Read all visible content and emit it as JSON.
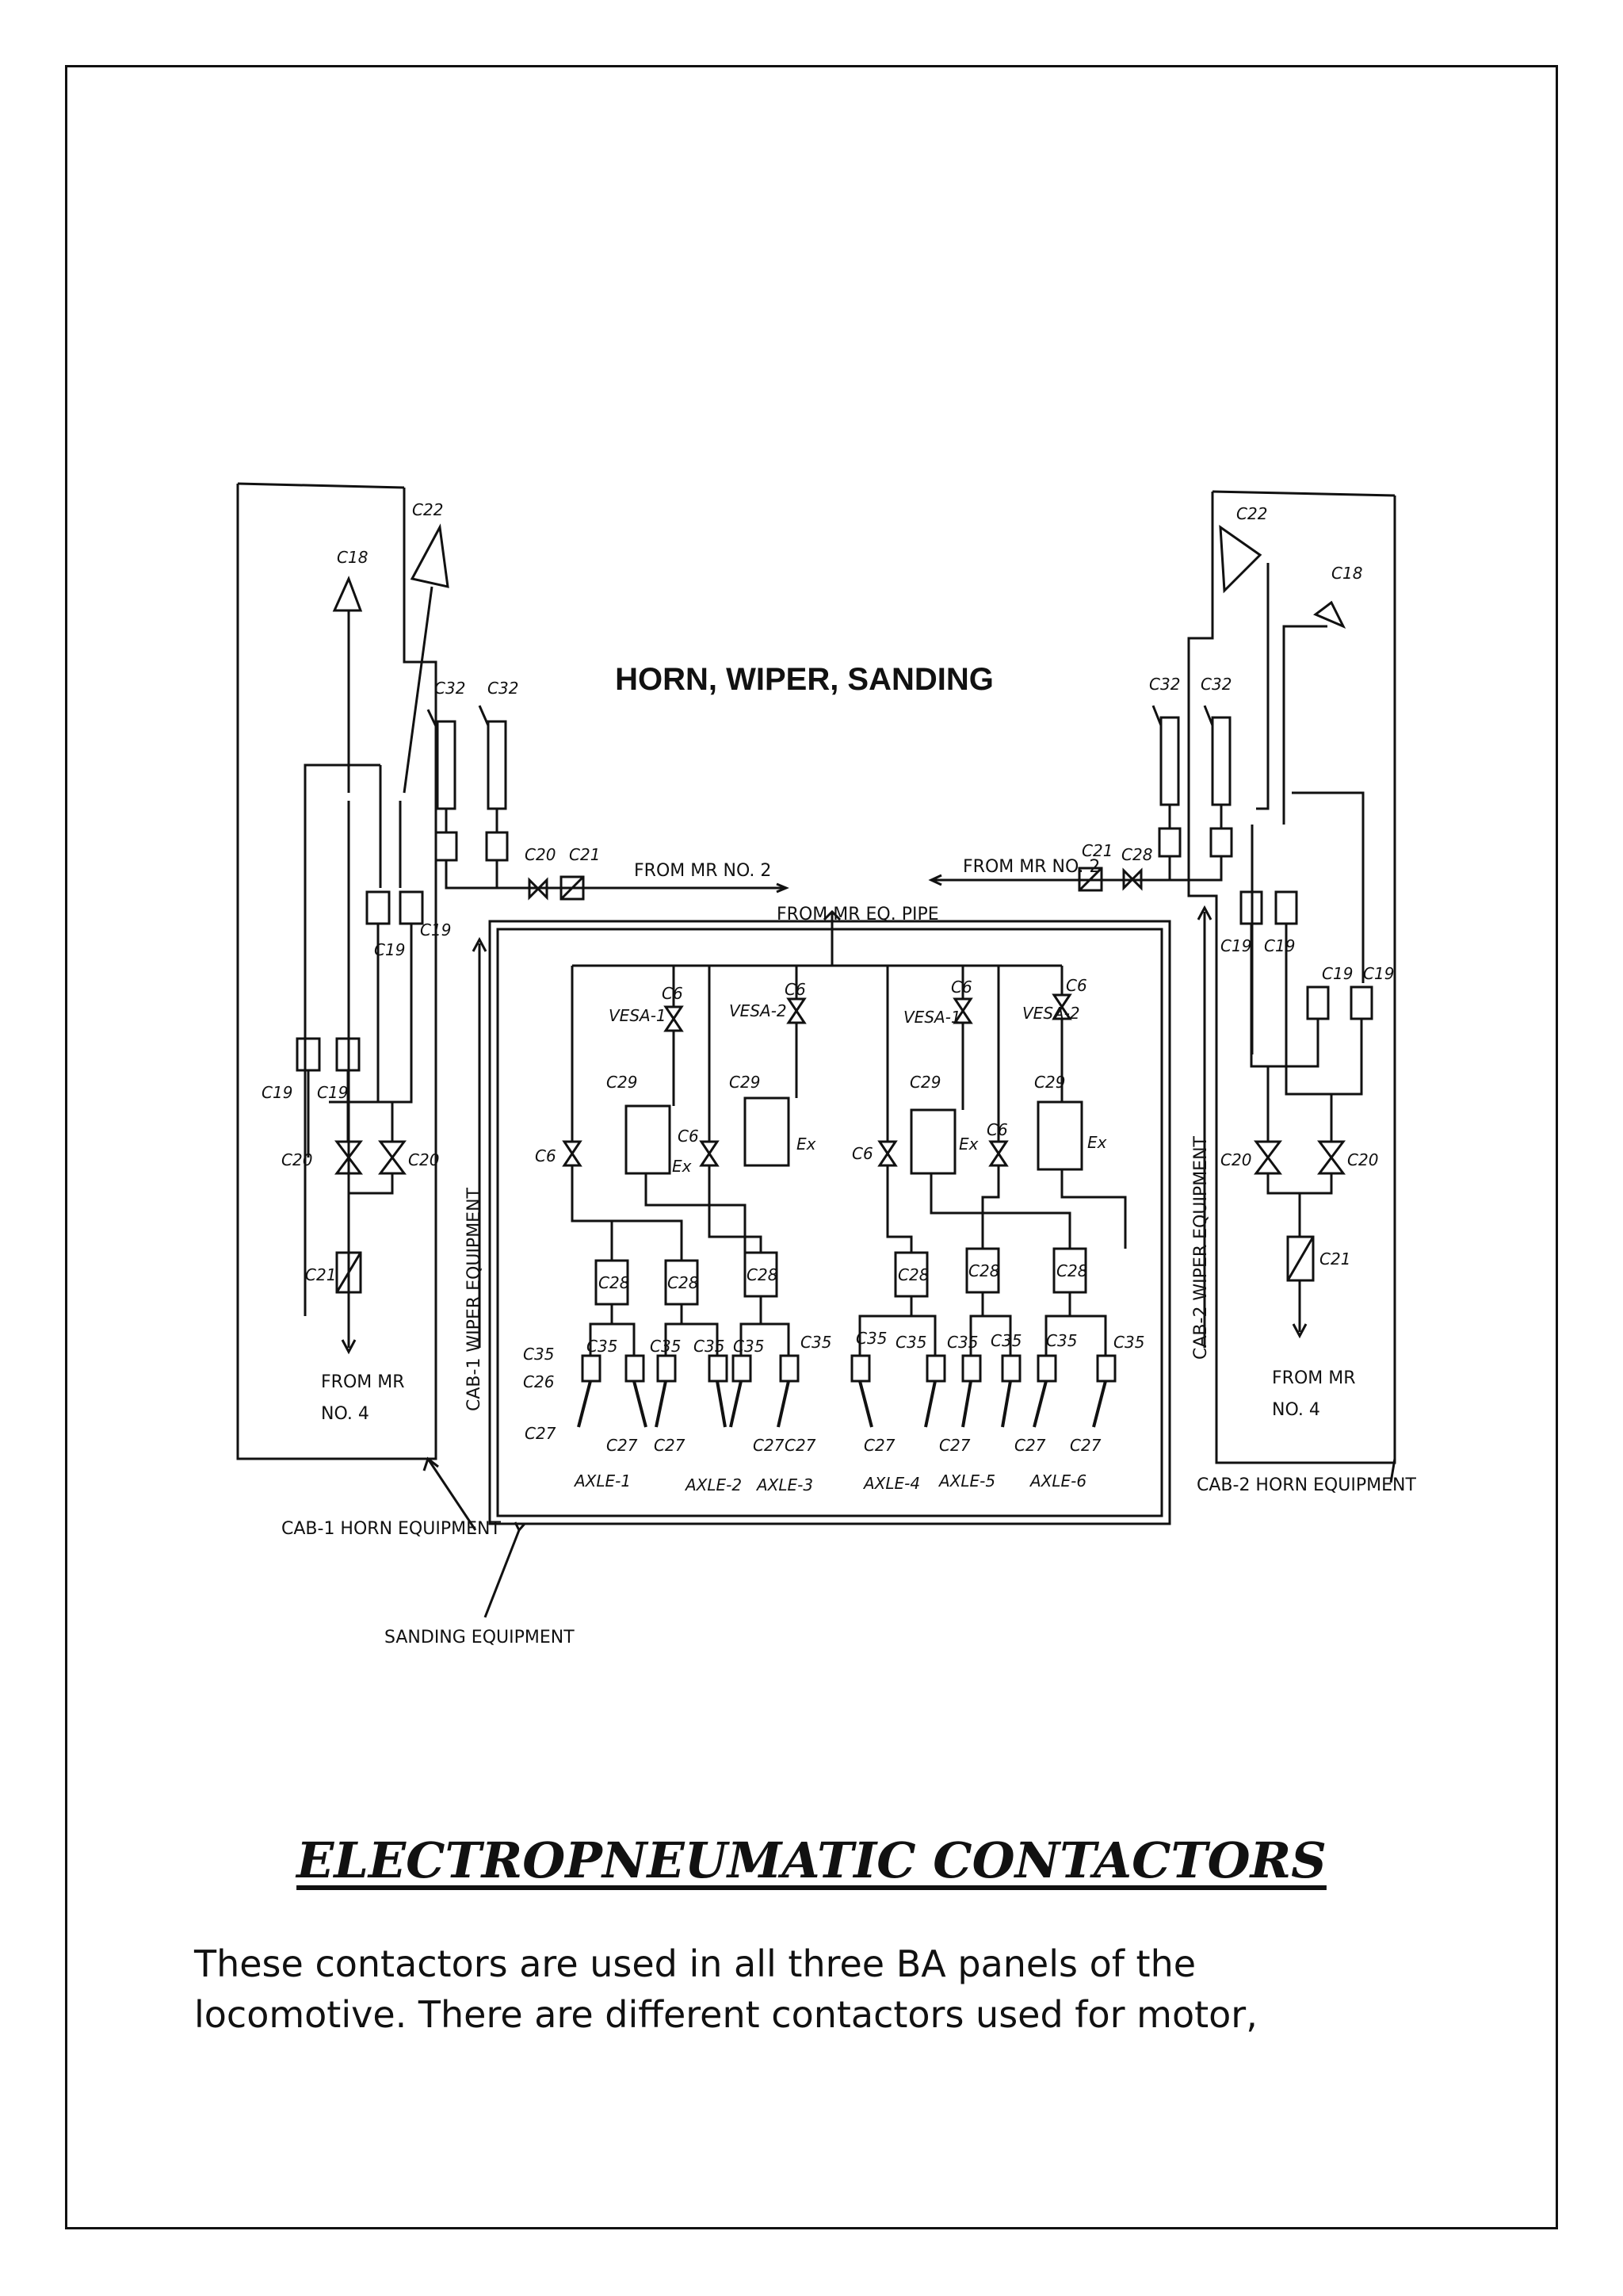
{
  "diagram": {
    "title": "HORN, WIPER, SANDING",
    "feeds": {
      "left_mr": "FROM MR NO. 2",
      "right_mr": "FROM MR NO. 2",
      "eq_pipe": "FROM MR EQ. PIPE",
      "left_bottom_mr": [
        "FROM MR",
        "NO. 4"
      ],
      "right_bottom_mr": [
        "FROM MR",
        "NO. 4"
      ]
    },
    "section_labels": {
      "cab1_wiper": "CAB-1 WIPER EQUIPMENT",
      "cab2_wiper": "CAB-2 WIPER EQUIPMENT",
      "cab1_horn": "CAB-1 HORN EQUIPMENT",
      "cab2_horn": "CAB-2 HORN EQUIPMENT",
      "sanding": "SANDING EQUIPMENT"
    },
    "components": {
      "c18": "C18",
      "c22": "C22",
      "c32": "C32",
      "c20": "C20",
      "c21": "C21",
      "c19": "C19",
      "c28": "C28",
      "c6": "C6",
      "c29": "C29",
      "c35": "C35",
      "c26": "C26",
      "c27": "C27",
      "ex": "Ex",
      "vesa1": "VESA-1",
      "vesa2": "VESA-2"
    },
    "axles": [
      "AXLE-1",
      "AXLE-2",
      "AXLE-3",
      "AXLE-4",
      "AXLE-5",
      "AXLE-6"
    ]
  },
  "heading": "ELECTROPNEUMATIC CONTACTORS",
  "body": [
    "These contactors are used in all three BA panels of the",
    "locomotive. There are different contactors used for motor,"
  ]
}
